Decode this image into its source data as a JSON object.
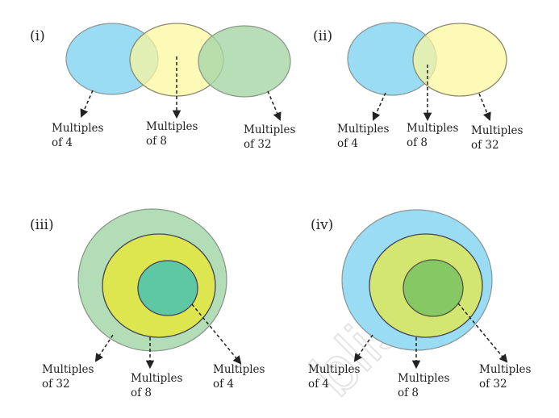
{
  "watermark": "blished",
  "colors": {
    "blue": "#99dcf4",
    "yellow": "#fcf79b",
    "green": "#b3ddb6",
    "lime": "#dde64f",
    "teal": "#5ec8a5",
    "lightlime": "#d4e672",
    "midgreen": "#85c864"
  },
  "panels": [
    {
      "label": "(i)",
      "items": [
        {
          "line1": "Multiples",
          "line2": "of 4"
        },
        {
          "line1": "Multiples",
          "line2": "of 8"
        },
        {
          "line1": "Multiples",
          "line2": "of 32"
        }
      ]
    },
    {
      "label": "(ii)",
      "items": [
        {
          "line1": "Multiples",
          "line2": "of 4"
        },
        {
          "line1": "Multiples",
          "line2": "of 8"
        },
        {
          "line1": "Multiples",
          "line2": "of 32"
        }
      ]
    },
    {
      "label": "(iii)",
      "items": [
        {
          "line1": "Multiples",
          "line2": "of 32"
        },
        {
          "line1": "Multiples",
          "line2": "of 8"
        },
        {
          "line1": "Multiples",
          "line2": "of 4"
        }
      ]
    },
    {
      "label": "(iv)",
      "items": [
        {
          "line1": "Multiples",
          "line2": "of 4"
        },
        {
          "line1": "Multiples",
          "line2": "of 8"
        },
        {
          "line1": "Multiples",
          "line2": "of 32"
        }
      ]
    }
  ]
}
